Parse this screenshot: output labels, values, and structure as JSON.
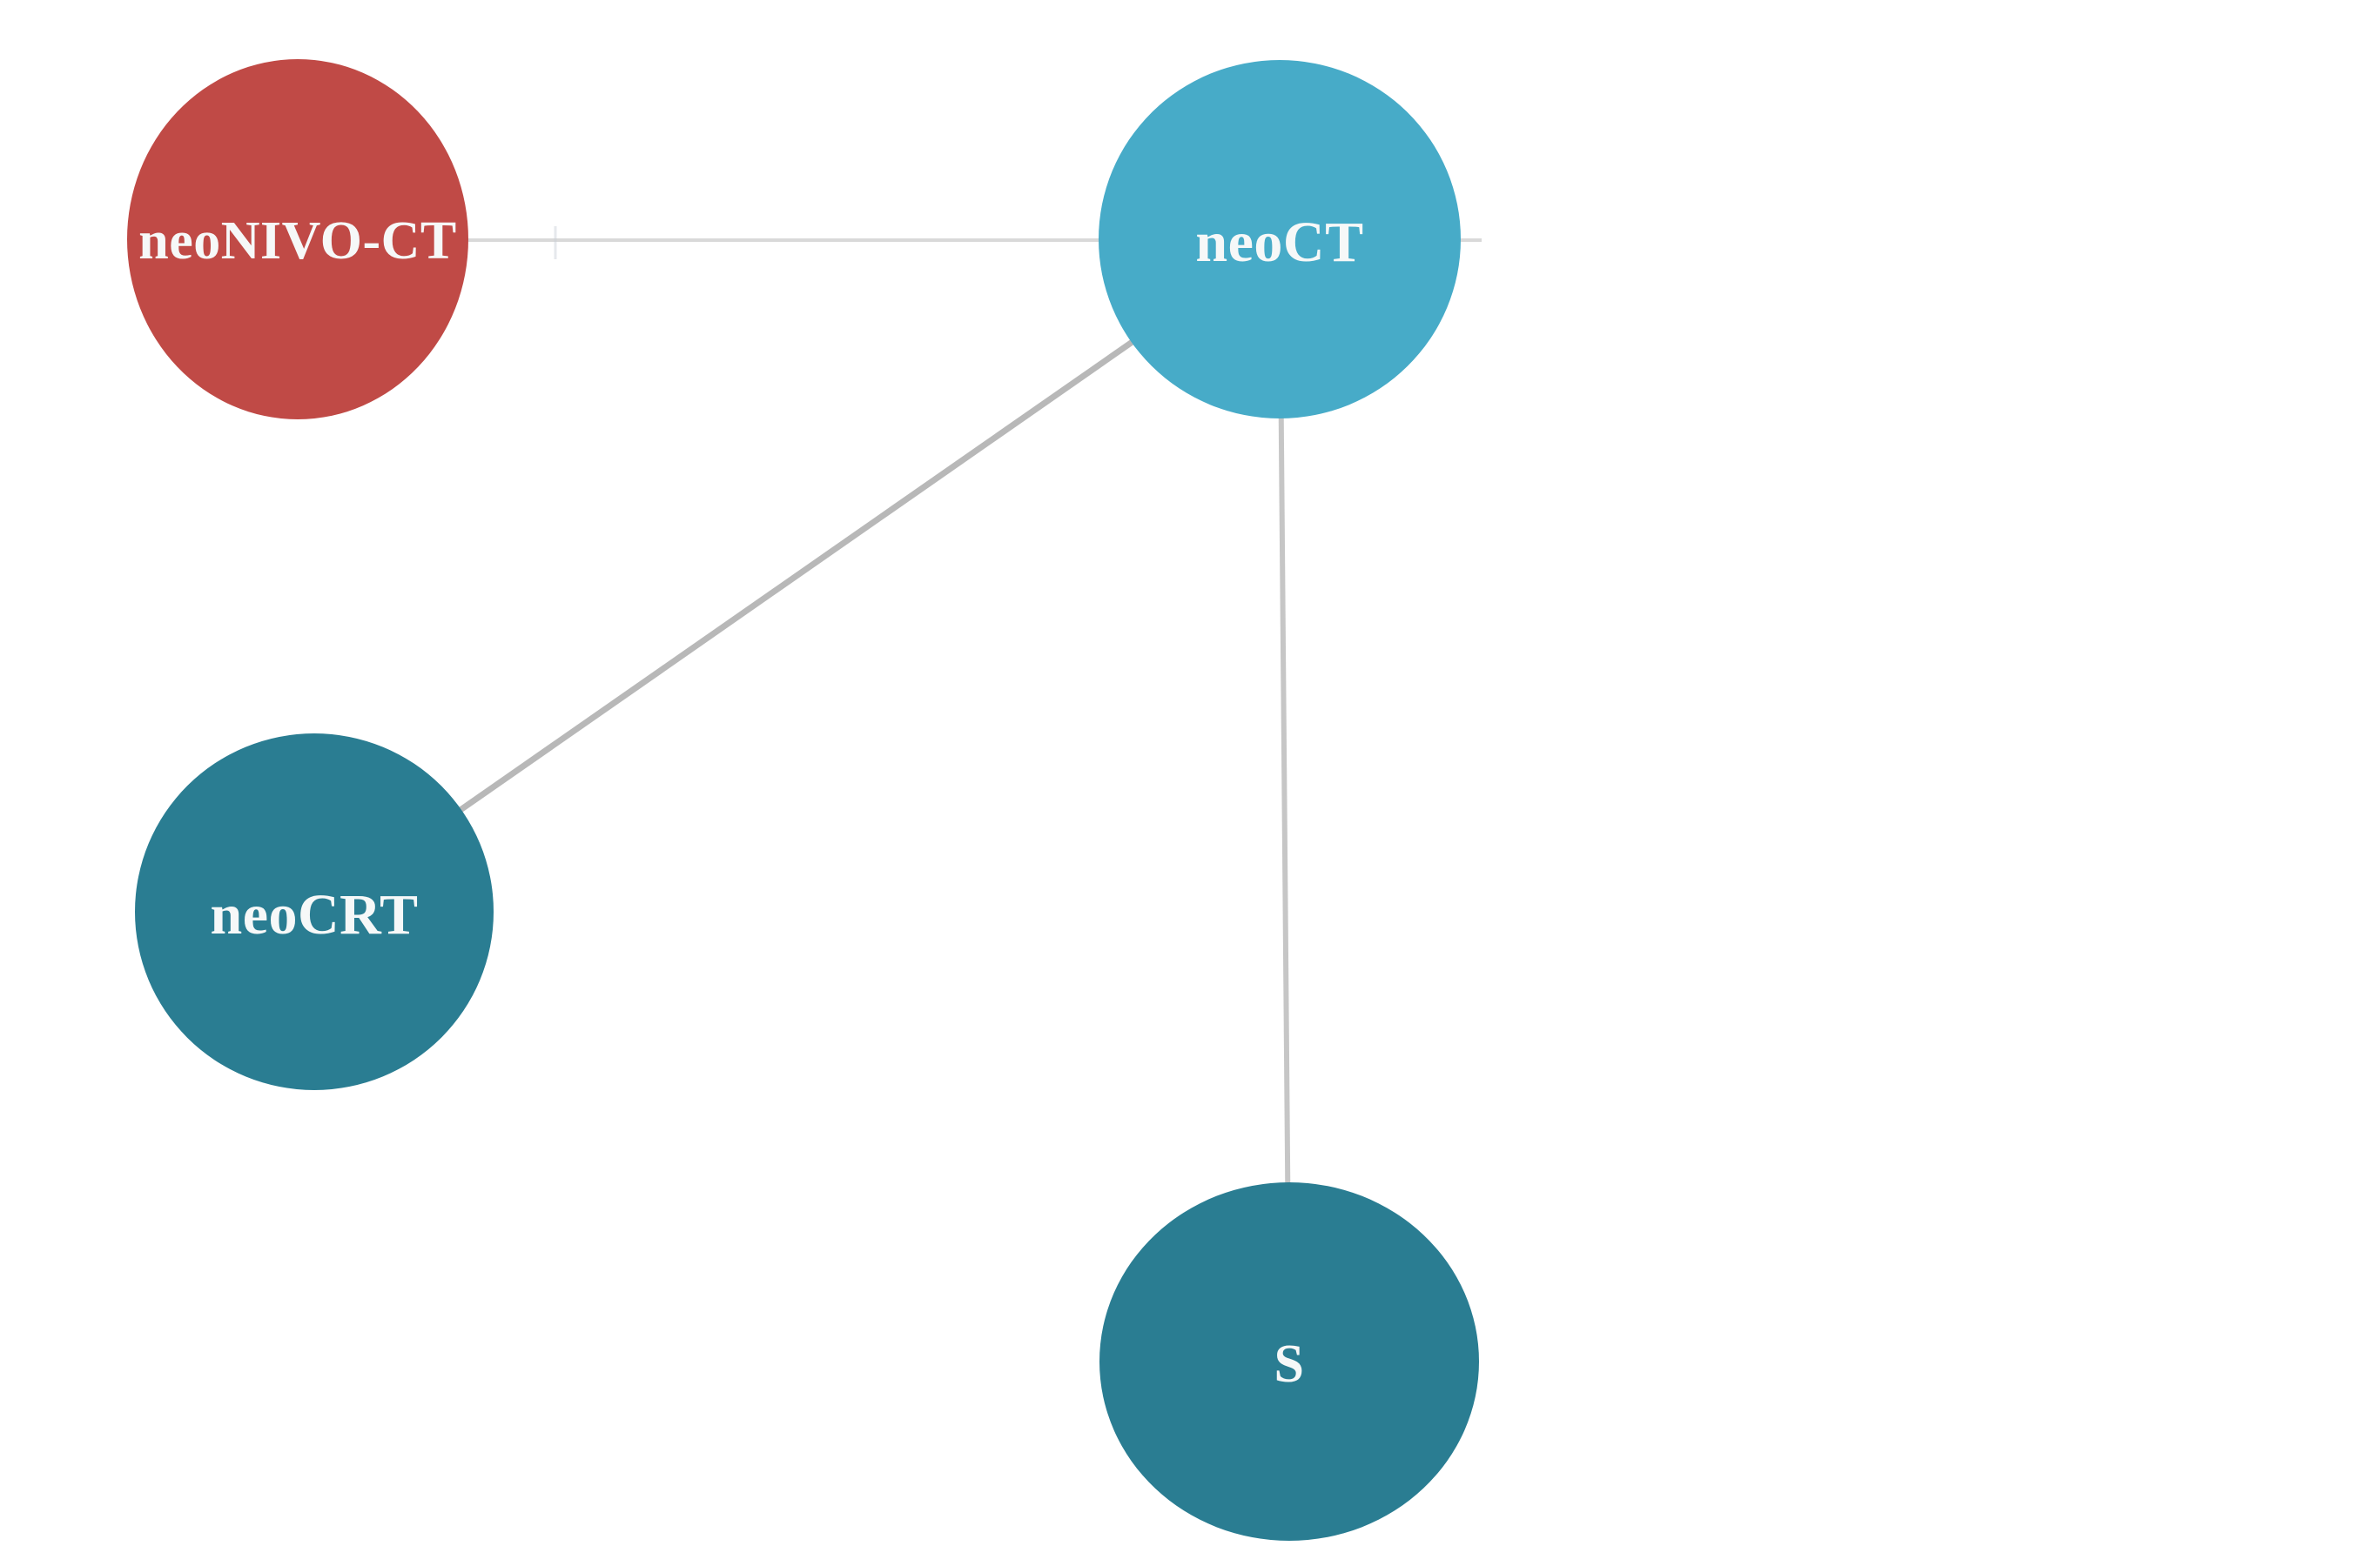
{
  "figure": {
    "type": "network-graph",
    "description": "Network meta-analysis evidence network with four treatment nodes connected to neoCT",
    "background_color": "#ffffff",
    "nodes": [
      {
        "id": "neoNIVO-CT",
        "label": "neoNIVO-CT",
        "color": "#c04a46",
        "text_color": "#f6f8f8"
      },
      {
        "id": "neoCT",
        "label": "neoCT",
        "color": "#47abc8",
        "text_color": "#f6f8f8"
      },
      {
        "id": "neoCRT",
        "label": "neoCRT",
        "color": "#2a7d92",
        "text_color": "#f6f8f8"
      },
      {
        "id": "S",
        "label": "S",
        "color": "#2a7d92",
        "text_color": "#f6f8f8"
      }
    ],
    "edges": [
      {
        "from": "neoNIVO-CT",
        "to": "neoCT",
        "color": "#d9d9d9"
      },
      {
        "from": "neoCRT",
        "to": "neoCT",
        "color": "#b8b8b8"
      },
      {
        "from": "neoCT",
        "to": "S",
        "color": "#c6c6c6"
      }
    ]
  }
}
